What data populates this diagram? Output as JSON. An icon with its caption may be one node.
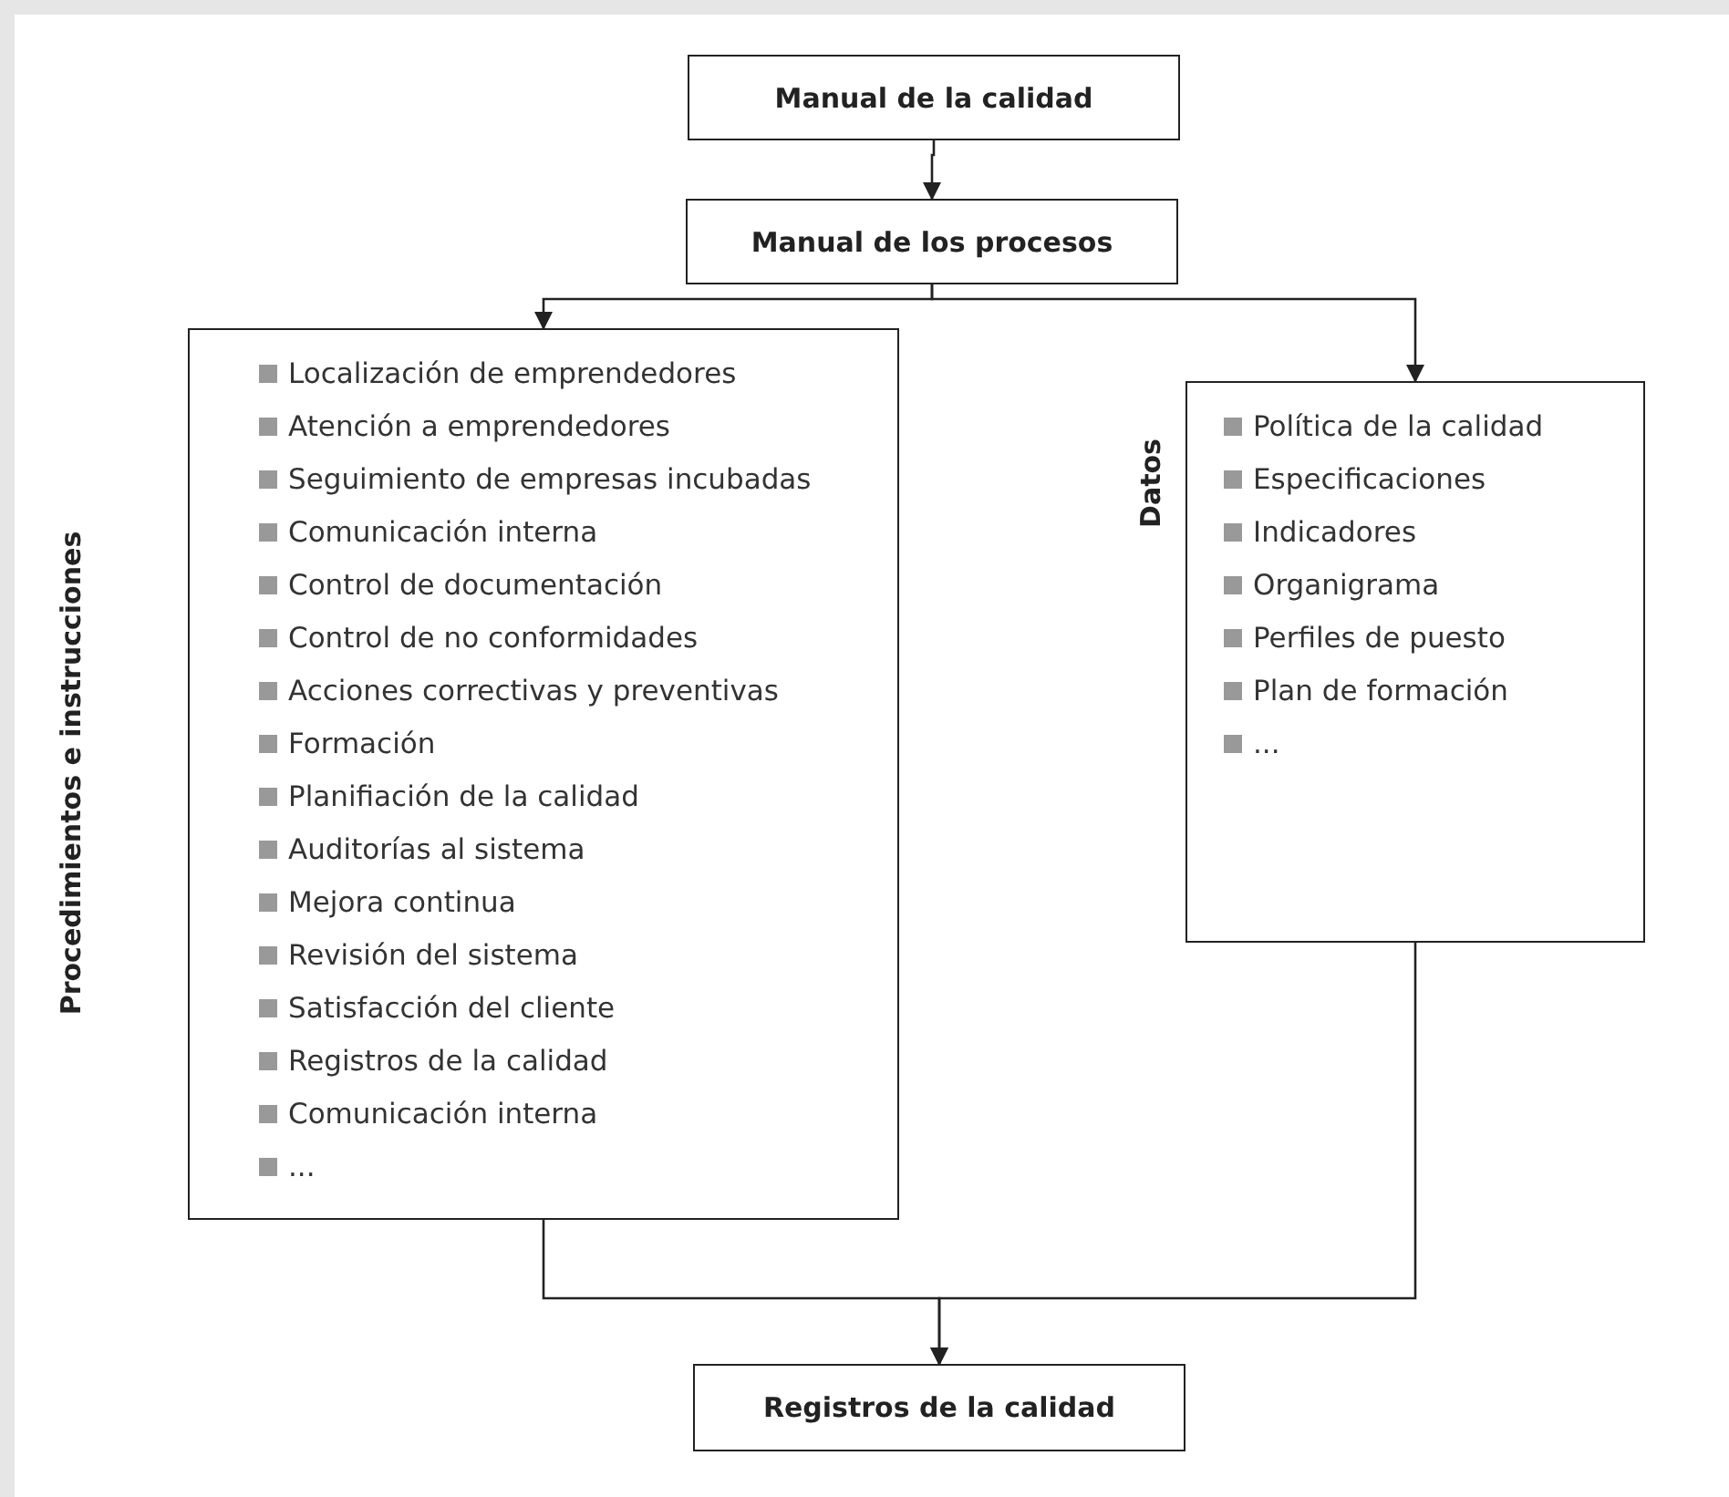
{
  "diagram": {
    "nodes": [
      {
        "text": [
          "Manual de la calidad"
        ]
      },
      {
        "text": [
          "Manual de los procesos"
        ]
      },
      {
        "text": [
          "Localización de emprendedores",
          "Atención a emprendedores",
          "Seguimiento de empresas incubadas",
          "Comunicación interna",
          "Control de documentación",
          "Control de no conformidades",
          "Acciones correctivas y preventivas",
          "Formación",
          "Planifiación de la calidad",
          "Auditorías al sistema",
          "Mejora continua",
          "Revisión del sistema",
          "Satisfacción del cliente",
          "Registros de la calidad",
          "Comunicación interna",
          "..."
        ],
        "beside": [
          "Procedimientos e instrucciones"
        ]
      },
      {
        "text": [
          "Política de la calidad",
          "Especificaciones",
          "Indicadores",
          "Organigrama",
          "Perfiles de puesto",
          "Plan de formación",
          "..."
        ],
        "beside": [
          "Datos"
        ]
      },
      {
        "text": [
          "Registros de la calidad"
        ]
      }
    ],
    "edges": [
      {
        "from": 0,
        "to": 1,
        "arrow": "to"
      },
      {
        "from": 1,
        "to": 2,
        "arrow": "to"
      },
      {
        "from": 1,
        "to": 3,
        "arrow": "to"
      },
      {
        "from": 2,
        "to": 4,
        "arrow": "to"
      },
      {
        "from": 3,
        "to": 4,
        "arrow": "to"
      }
    ]
  }
}
